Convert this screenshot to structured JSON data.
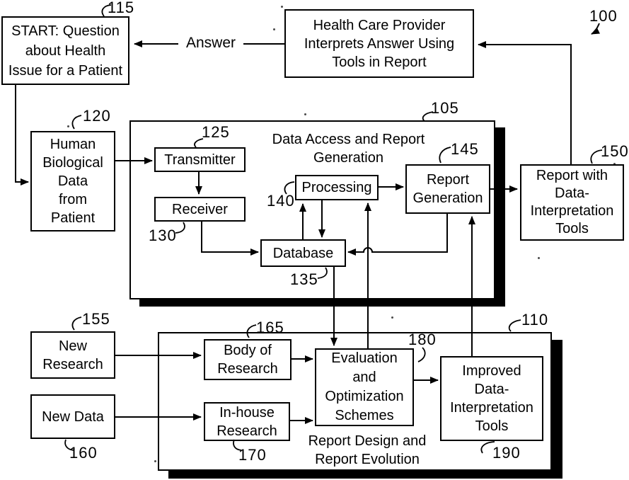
{
  "figure": {
    "ref": "100"
  },
  "boxes": {
    "start": "START: Question\nabout Health\nIssue for a Patient",
    "provider": "Health Care Provider\nInterprets Answer Using\nTools in Report",
    "biological": "Human\nBiological\nData\nfrom\nPatient",
    "transmitter": "Transmitter",
    "receiver": "Receiver",
    "processing": "Processing",
    "database": "Database",
    "report_generation": "Report\nGeneration",
    "report_tools": "Report with\nData-\nInterpretation\nTools",
    "new_research": "New\nResearch",
    "new_data": "New Data",
    "body_of_research": "Body of\nResearch",
    "inhouse_research": "In-house\nResearch",
    "evaluation": "Evaluation\nand\nOptimization\nSchemes",
    "improved_tools": "Improved\nData-\nInterpretation\nTools"
  },
  "sections": {
    "data_access": {
      "title": "Data Access and Report\nGeneration",
      "ref": "105"
    },
    "report_design": {
      "title": "Report Design and\nReport Evolution",
      "ref": "110"
    }
  },
  "refs": {
    "start": "115",
    "biological": "120",
    "transmitter": "125",
    "receiver": "130",
    "database": "135",
    "processing": "140",
    "report_generation": "145",
    "report_tools": "150",
    "new_research": "155",
    "new_data": "160",
    "body_of_research": "165",
    "inhouse_research": "170",
    "evaluation": "180",
    "improved_tools": "190"
  },
  "edge_labels": {
    "answer": "Answer"
  },
  "colors": {
    "ink": "#000000",
    "paper": "#ffffff"
  }
}
